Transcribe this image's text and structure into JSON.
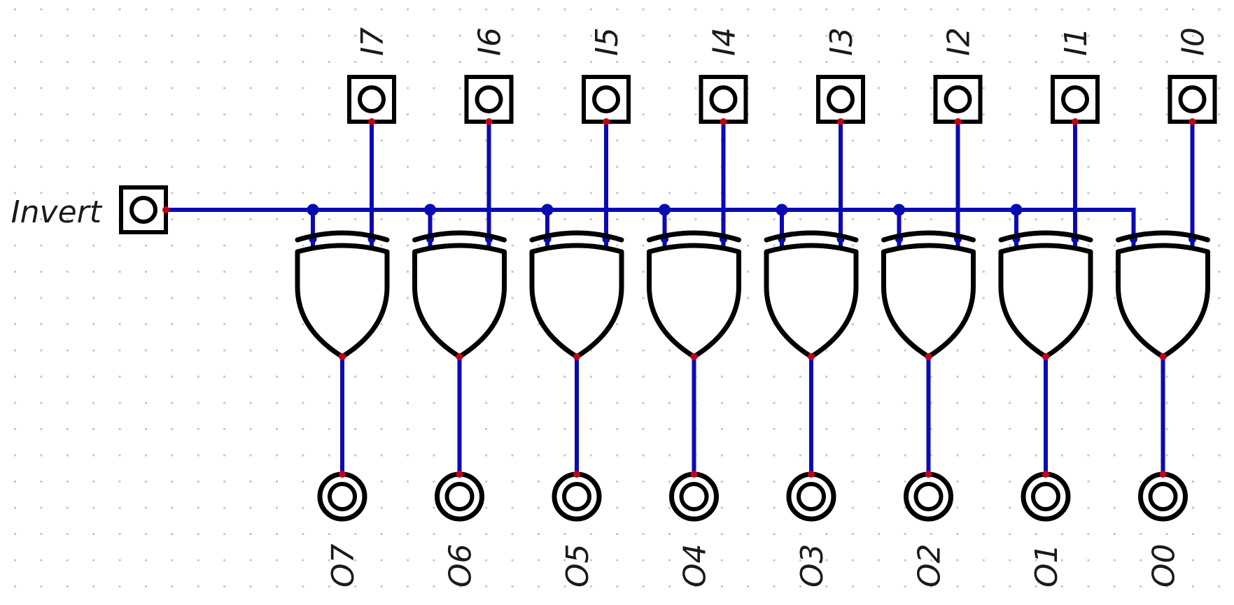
{
  "circuit": {
    "control_input": {
      "label": "Invert"
    },
    "inputs": [
      "I7",
      "I6",
      "I5",
      "I4",
      "I3",
      "I2",
      "I1",
      "I0"
    ],
    "outputs": [
      "O7",
      "O6",
      "O5",
      "O4",
      "O3",
      "O2",
      "O1",
      "O0"
    ],
    "gate_type": "XOR",
    "colors": {
      "wire": "#0a0ab4",
      "pin": "#c40018",
      "outline": "#000000",
      "grid_dot": "#c8c8c8",
      "background": "#ffffff"
    }
  }
}
